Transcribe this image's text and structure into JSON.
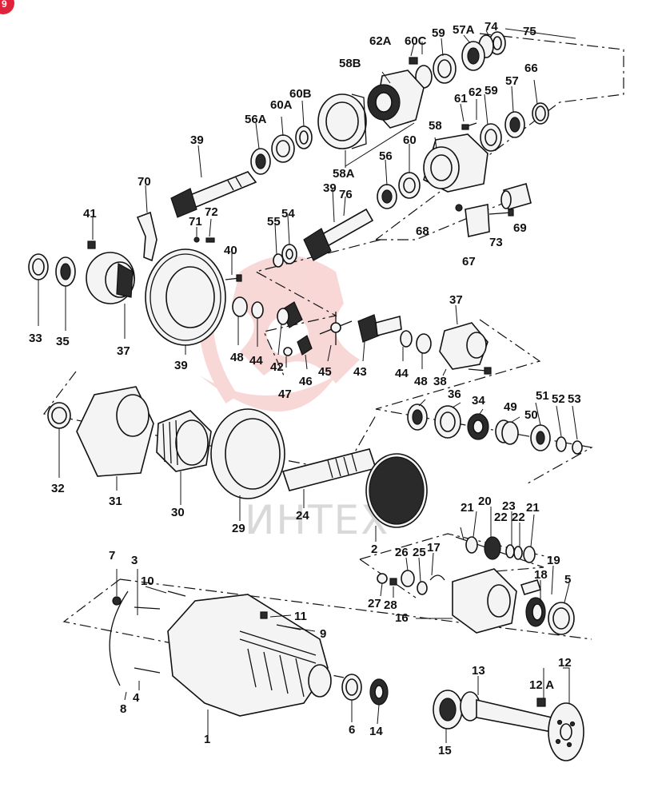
{
  "badge": "9",
  "watermark": "ИНТЕХ",
  "colors": {
    "ink": "#111111",
    "watermark": "#f4b7b7",
    "badge": "#e0233a"
  },
  "labels": {
    "l1": "1",
    "l2": "2",
    "l3": "3",
    "l4": "4",
    "l5": "5",
    "l6": "6",
    "l7": "7",
    "l8": "8",
    "l9": "9",
    "l10": "10",
    "l11": "11",
    "l12": "12",
    "l12a": "12 A",
    "l13": "13",
    "l14": "14",
    "l15": "15",
    "l16": "16",
    "l17": "17",
    "l18": "18",
    "l19": "19",
    "l20": "20",
    "l21a": "21",
    "l21b": "21",
    "l22a": "22",
    "l22b": "22",
    "l23": "23",
    "l24": "24",
    "l25": "25",
    "l26": "26",
    "l27": "27",
    "l28": "28",
    "l29": "29",
    "l30": "30",
    "l31": "31",
    "l32": "32",
    "l33": "33",
    "l34": "34",
    "l35": "35",
    "l36": "36",
    "l37a": "37",
    "l37b": "37",
    "l38": "38",
    "l39a": "39",
    "l39b": "39",
    "l39c": "39",
    "l40": "40",
    "l41": "41",
    "l42": "42",
    "l43": "43",
    "l44a": "44",
    "l44b": "44",
    "l45": "45",
    "l46": "46",
    "l47": "47",
    "l48a": "48",
    "l48b": "48",
    "l49": "49",
    "l50": "50",
    "l51": "51",
    "l52": "52",
    "l53": "53",
    "l54": "54",
    "l55": "55",
    "l56": "56",
    "l56a": "56A",
    "l57": "57",
    "l57a": "57A",
    "l58": "58",
    "l58a": "58A",
    "l58b": "58B",
    "l59a": "59",
    "l59b": "59",
    "l60": "60",
    "l60a": "60A",
    "l60b": "60B",
    "l60c": "60C",
    "l61": "61",
    "l62": "62",
    "l62a": "62A",
    "l66": "66",
    "l67": "67",
    "l68": "68",
    "l69": "69",
    "l70": "70",
    "l71": "71",
    "l72": "72",
    "l73": "73",
    "l74": "74",
    "l75": "75",
    "l76": "76"
  }
}
